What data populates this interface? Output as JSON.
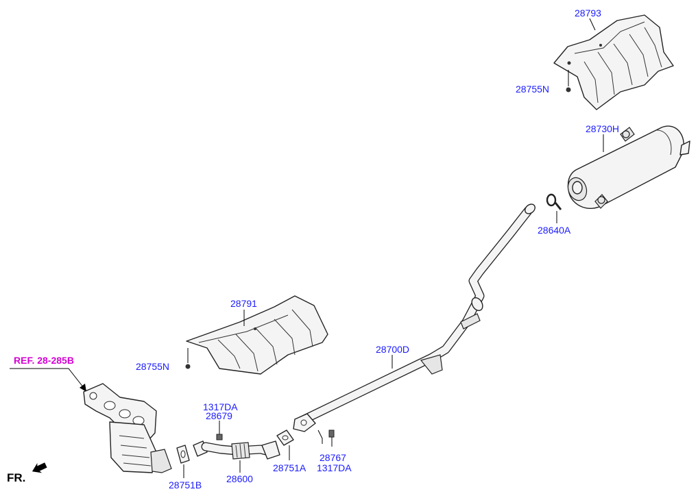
{
  "labels": {
    "heat_shield_rear": "28793",
    "nut_rear": "28755N",
    "muffler": "28730H",
    "hanger": "28640A",
    "heat_shield_center": "28791",
    "nut_center": "28755N",
    "center_pipe": "28700D",
    "ref": "REF. 28-285B",
    "nut_front_top": "1317DA",
    "bolt_front": "28679",
    "gasket_front": "28751B",
    "front_pipe": "28600",
    "gasket_mid": "28751A",
    "bolt_mid": "28767",
    "nut_mid": "1317DA",
    "fr": "FR."
  },
  "icons": {
    "fr_arrow": "arrow-left-icon",
    "ref_arrow": "arrow-down-right-icon"
  },
  "colors": {
    "label": "#1a1aff",
    "ref": "#d400d4",
    "line": "#222222"
  }
}
